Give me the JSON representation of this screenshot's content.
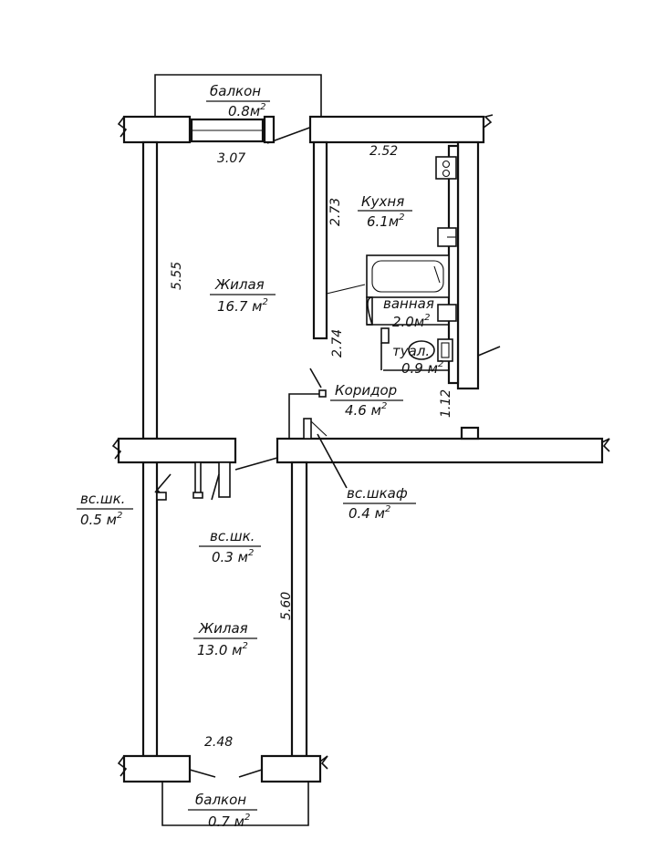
{
  "plan": {
    "rooms": [
      {
        "id": "balcony_top",
        "name": "балкон",
        "area": "0.8м",
        "sup": "2"
      },
      {
        "id": "kitchen",
        "name": "Кухня",
        "area": "6.1м",
        "sup": "2"
      },
      {
        "id": "living_1",
        "name": "Жилая",
        "area": "16.7 м",
        "sup": "2"
      },
      {
        "id": "bathroom",
        "name": "ванная",
        "area": "2.0м",
        "sup": "2"
      },
      {
        "id": "toilet",
        "name": "туал.",
        "area": "0.9 м",
        "sup": "2"
      },
      {
        "id": "corridor",
        "name": "Коридор",
        "area": "4.6 м",
        "sup": "2"
      },
      {
        "id": "closet_corridor",
        "name": "вс.шкаф",
        "area": "0.4 м",
        "sup": "2"
      },
      {
        "id": "closet_1",
        "name": "вс.шк.",
        "area": "0.5 м",
        "sup": "2"
      },
      {
        "id": "closet_2",
        "name": "вс.шк.",
        "area": "0.3 м",
        "sup": "2"
      },
      {
        "id": "living_2",
        "name": "Жилая",
        "area": "13.0 м",
        "sup": "2"
      },
      {
        "id": "balcony_bottom",
        "name": "балкон",
        "area": "0.7 м",
        "sup": "2"
      }
    ],
    "dimensions": {
      "living1_width": "3.07",
      "kitchen_width": "2.52",
      "kitchen_depth": "2.73",
      "living1_depth": "5.55",
      "corridor_depth": "2.74",
      "toilet_depth": "1.12",
      "living2_depth": "5.60",
      "living2_width": "2.48"
    }
  }
}
